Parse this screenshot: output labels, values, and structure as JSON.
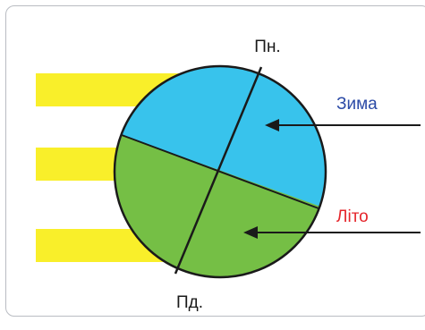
{
  "labels": {
    "north": "Пн.",
    "south": "Пд.",
    "winter": "Зима",
    "summer": "Літо"
  },
  "colors": {
    "sun_rays": "#f9ef2a",
    "northern_hemisphere": "#38c3ec",
    "southern_hemisphere": "#75bf45",
    "outline": "#1a1a1a",
    "winter_label": "#2b4aa6",
    "summer_label": "#e5252b",
    "frame_border": "#b9bcc2"
  }
}
